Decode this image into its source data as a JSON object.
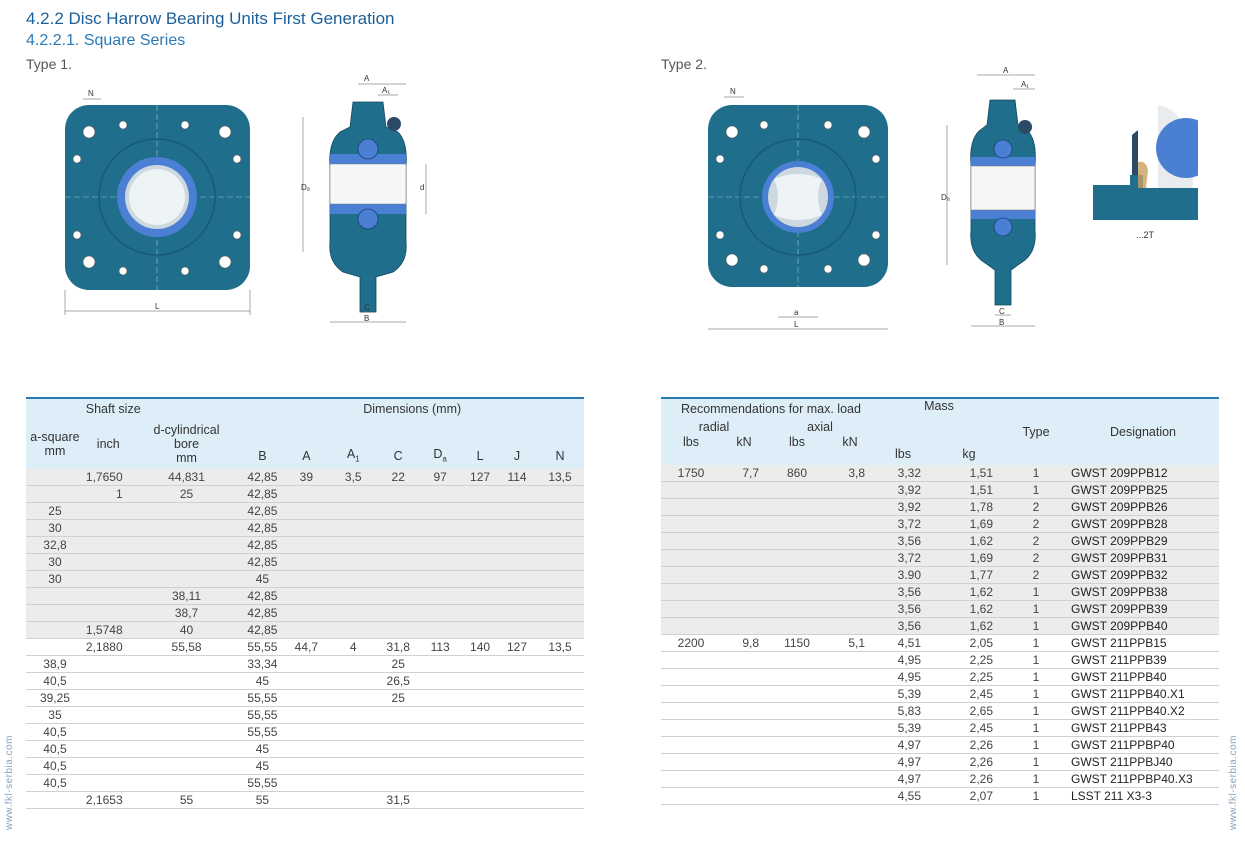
{
  "header": {
    "title": "4.2.2 Disc Harrow Bearing Units First Generation",
    "subtitle": "4.2.2.1. Square Series",
    "type1_label": "Type 1.",
    "type2_label": "Type 2."
  },
  "drawing_labels": {
    "N": "N",
    "A": "A",
    "A1": "A₁",
    "Da": "Dₐ",
    "d": "d",
    "L": "L",
    "C": "C",
    "B": "B",
    "a": "a",
    "seal_suffix": "...2T"
  },
  "side_text": "www.fkl-serbia.com",
  "colors": {
    "accent": "#2a7ab8",
    "body_teal": "#1f6e8c",
    "header_bg": "#ddeef8",
    "ring_blue": "#4a7fd4"
  },
  "left_table": {
    "group_shaft": "Shaft size",
    "group_dims": "Dimensions (mm)",
    "col_asquare": [
      "a-square",
      "mm"
    ],
    "col_inch": "inch",
    "col_dcyl": [
      "d-cylindrical",
      "bore",
      "mm"
    ],
    "col_B": "B",
    "col_A": "A",
    "col_A1": "A",
    "col_A1_sub": "1",
    "col_C": "C",
    "col_Da": "D",
    "col_Da_sub": "a",
    "col_L": "L",
    "col_J": "J",
    "col_N": "N",
    "rows": [
      [
        "",
        "1,7650",
        "44,831",
        "42,85",
        "39",
        "3,5",
        "22",
        "97",
        "127",
        "114",
        "13,5"
      ],
      [
        "",
        "1",
        "25",
        "42,85",
        "",
        "",
        "",
        "",
        "",
        "",
        ""
      ],
      [
        "25",
        "",
        "",
        "42,85",
        "",
        "",
        "",
        "",
        "",
        "",
        ""
      ],
      [
        "30",
        "",
        "",
        "42,85",
        "",
        "",
        "",
        "",
        "",
        "",
        ""
      ],
      [
        "32,8",
        "",
        "",
        "42,85",
        "",
        "",
        "",
        "",
        "",
        "",
        ""
      ],
      [
        "30",
        "",
        "",
        "42,85",
        "",
        "",
        "",
        "",
        "",
        "",
        ""
      ],
      [
        "30",
        "",
        "",
        "45",
        "",
        "",
        "",
        "",
        "",
        "",
        ""
      ],
      [
        "",
        "",
        "38,11",
        "42,85",
        "",
        "",
        "",
        "",
        "",
        "",
        ""
      ],
      [
        "",
        "",
        "38,7",
        "42,85",
        "",
        "",
        "",
        "",
        "",
        "",
        ""
      ],
      [
        "",
        "1,5748",
        "40",
        "42,85",
        "",
        "",
        "",
        "",
        "",
        "",
        ""
      ],
      [
        "",
        "2,1880",
        "55,58",
        "55,55",
        "44,7",
        "4",
        "31,8",
        "113",
        "140",
        "127",
        "13,5"
      ],
      [
        "38,9",
        "",
        "",
        "33,34",
        "",
        "",
        "25",
        "",
        "",
        "",
        ""
      ],
      [
        "40,5",
        "",
        "",
        "45",
        "",
        "",
        "26,5",
        "",
        "",
        "",
        ""
      ],
      [
        "39,25",
        "",
        "",
        "55,55",
        "",
        "",
        "25",
        "",
        "",
        "",
        ""
      ],
      [
        "35",
        "",
        "",
        "55,55",
        "",
        "",
        "",
        "",
        "",
        "",
        ""
      ],
      [
        "40,5",
        "",
        "",
        "55,55",
        "",
        "",
        "",
        "",
        "",
        "",
        ""
      ],
      [
        "40,5",
        "",
        "",
        "45",
        "",
        "",
        "",
        "",
        "",
        "",
        ""
      ],
      [
        "40,5",
        "",
        "",
        "45",
        "",
        "",
        "",
        "",
        "",
        "",
        ""
      ],
      [
        "40,5",
        "",
        "",
        "55,55",
        "",
        "",
        "",
        "",
        "",
        "",
        ""
      ],
      [
        "",
        "2,1653",
        "55",
        "55",
        "",
        "",
        "31,5",
        "",
        "",
        "",
        ""
      ]
    ]
  },
  "right_table": {
    "group_rec": "Recommendations for max. load",
    "group_radial": "radial",
    "group_axial": "axial",
    "col_lbs": "lbs",
    "col_kN": "kN",
    "group_mass": "Mass",
    "col_mass_lbs": "lbs",
    "col_mass_kg": "kg",
    "col_type": "Type",
    "col_designation": "Designation",
    "rows": [
      [
        "1750",
        "7,7",
        "860",
        "3,8",
        "3,32",
        "1,51",
        "1",
        "GWST 209PPB12"
      ],
      [
        "",
        "",
        "",
        "",
        "3,92",
        "1,51",
        "1",
        "GWST 209PPB25"
      ],
      [
        "",
        "",
        "",
        "",
        "3,92",
        "1,78",
        "2",
        "GWST 209PPB26"
      ],
      [
        "",
        "",
        "",
        "",
        "3,72",
        "1,69",
        "2",
        "GWST 209PPB28"
      ],
      [
        "",
        "",
        "",
        "",
        "3,56",
        "1,62",
        "2",
        "GWST 209PPB29"
      ],
      [
        "",
        "",
        "",
        "",
        "3,72",
        "1,69",
        "2",
        "GWST 209PPB31"
      ],
      [
        "",
        "",
        "",
        "",
        "3.90",
        "1,77",
        "2",
        "GWST 209PPB32"
      ],
      [
        "",
        "",
        "",
        "",
        "3,56",
        "1,62",
        "1",
        "GWST 209PPB38"
      ],
      [
        "",
        "",
        "",
        "",
        "3,56",
        "1,62",
        "1",
        "GWST 209PPB39"
      ],
      [
        "",
        "",
        "",
        "",
        "3,56",
        "1,62",
        "1",
        "GWST 209PPB40"
      ],
      [
        "2200",
        "9,8",
        "1150",
        "5,1",
        "4,51",
        "2,05",
        "1",
        "GWST 211PPB15"
      ],
      [
        "",
        "",
        "",
        "",
        "4,95",
        "2,25",
        "1",
        "GWST 211PPB39"
      ],
      [
        "",
        "",
        "",
        "",
        "4,95",
        "2,25",
        "1",
        "GWST 211PPB40"
      ],
      [
        "",
        "",
        "",
        "",
        "5,39",
        "2,45",
        "1",
        "GWST 211PPB40.X1"
      ],
      [
        "",
        "",
        "",
        "",
        "5,83",
        "2,65",
        "1",
        "GWST 211PPB40.X2"
      ],
      [
        "",
        "",
        "",
        "",
        "5,39",
        "2,45",
        "1",
        "GWST 211PPB43"
      ],
      [
        "",
        "",
        "",
        "",
        "4,97",
        "2,26",
        "1",
        "GWST 211PPBP40"
      ],
      [
        "",
        "",
        "",
        "",
        "4,97",
        "2,26",
        "1",
        "GWST 211PPBJ40"
      ],
      [
        "",
        "",
        "",
        "",
        "4,97",
        "2,26",
        "1",
        "GWST 211PPBP40.X3"
      ],
      [
        "",
        "",
        "",
        "",
        "4,55",
        "2,07",
        "1",
        "LSST 211 X3-3"
      ]
    ]
  }
}
